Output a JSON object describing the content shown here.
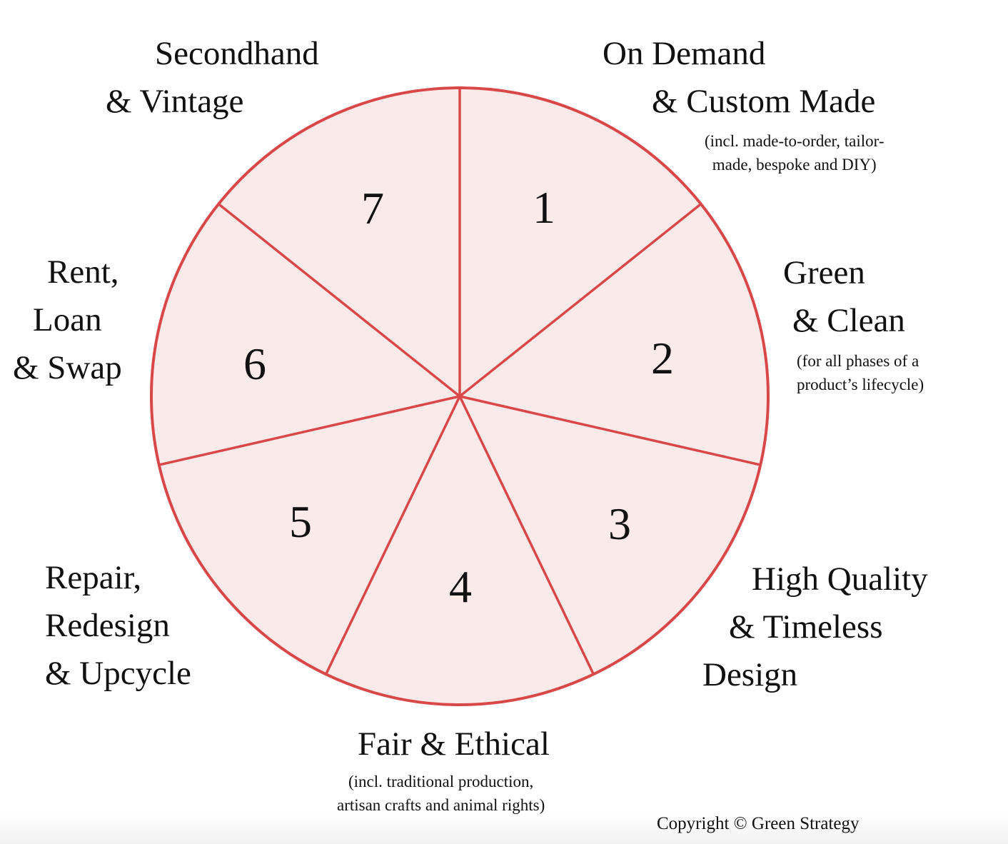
{
  "colors": {
    "stroke": "#d94848",
    "fill": "#fbeaea",
    "text": "#111111"
  },
  "segments": [
    {
      "number": "1",
      "label_lines": [
        "On Demand",
        "& Custom Made"
      ],
      "note_lines": [
        "(incl. made-to-order, tailor-",
        "made, bespoke and DIY)"
      ]
    },
    {
      "number": "2",
      "label_lines": [
        "Green",
        "& Clean"
      ],
      "note_lines": [
        "(for all phases of a",
        "product’s lifecycle)"
      ]
    },
    {
      "number": "3",
      "label_lines": [
        "High Quality",
        "& Timeless",
        "Design"
      ],
      "note_lines": []
    },
    {
      "number": "4",
      "label_lines": [
        "Fair & Ethical"
      ],
      "note_lines": [
        "(incl. traditional production,",
        "artisan crafts and animal rights)"
      ]
    },
    {
      "number": "5",
      "label_lines": [
        "Repair,",
        "Redesign",
        "& Upcycle"
      ],
      "note_lines": []
    },
    {
      "number": "6",
      "label_lines": [
        "Rent,",
        "Loan",
        "& Swap"
      ],
      "note_lines": []
    },
    {
      "number": "7",
      "label_lines": [
        "Secondhand",
        "& Vintage"
      ],
      "note_lines": []
    }
  ],
  "copyright": "Copyright © Green Strategy"
}
